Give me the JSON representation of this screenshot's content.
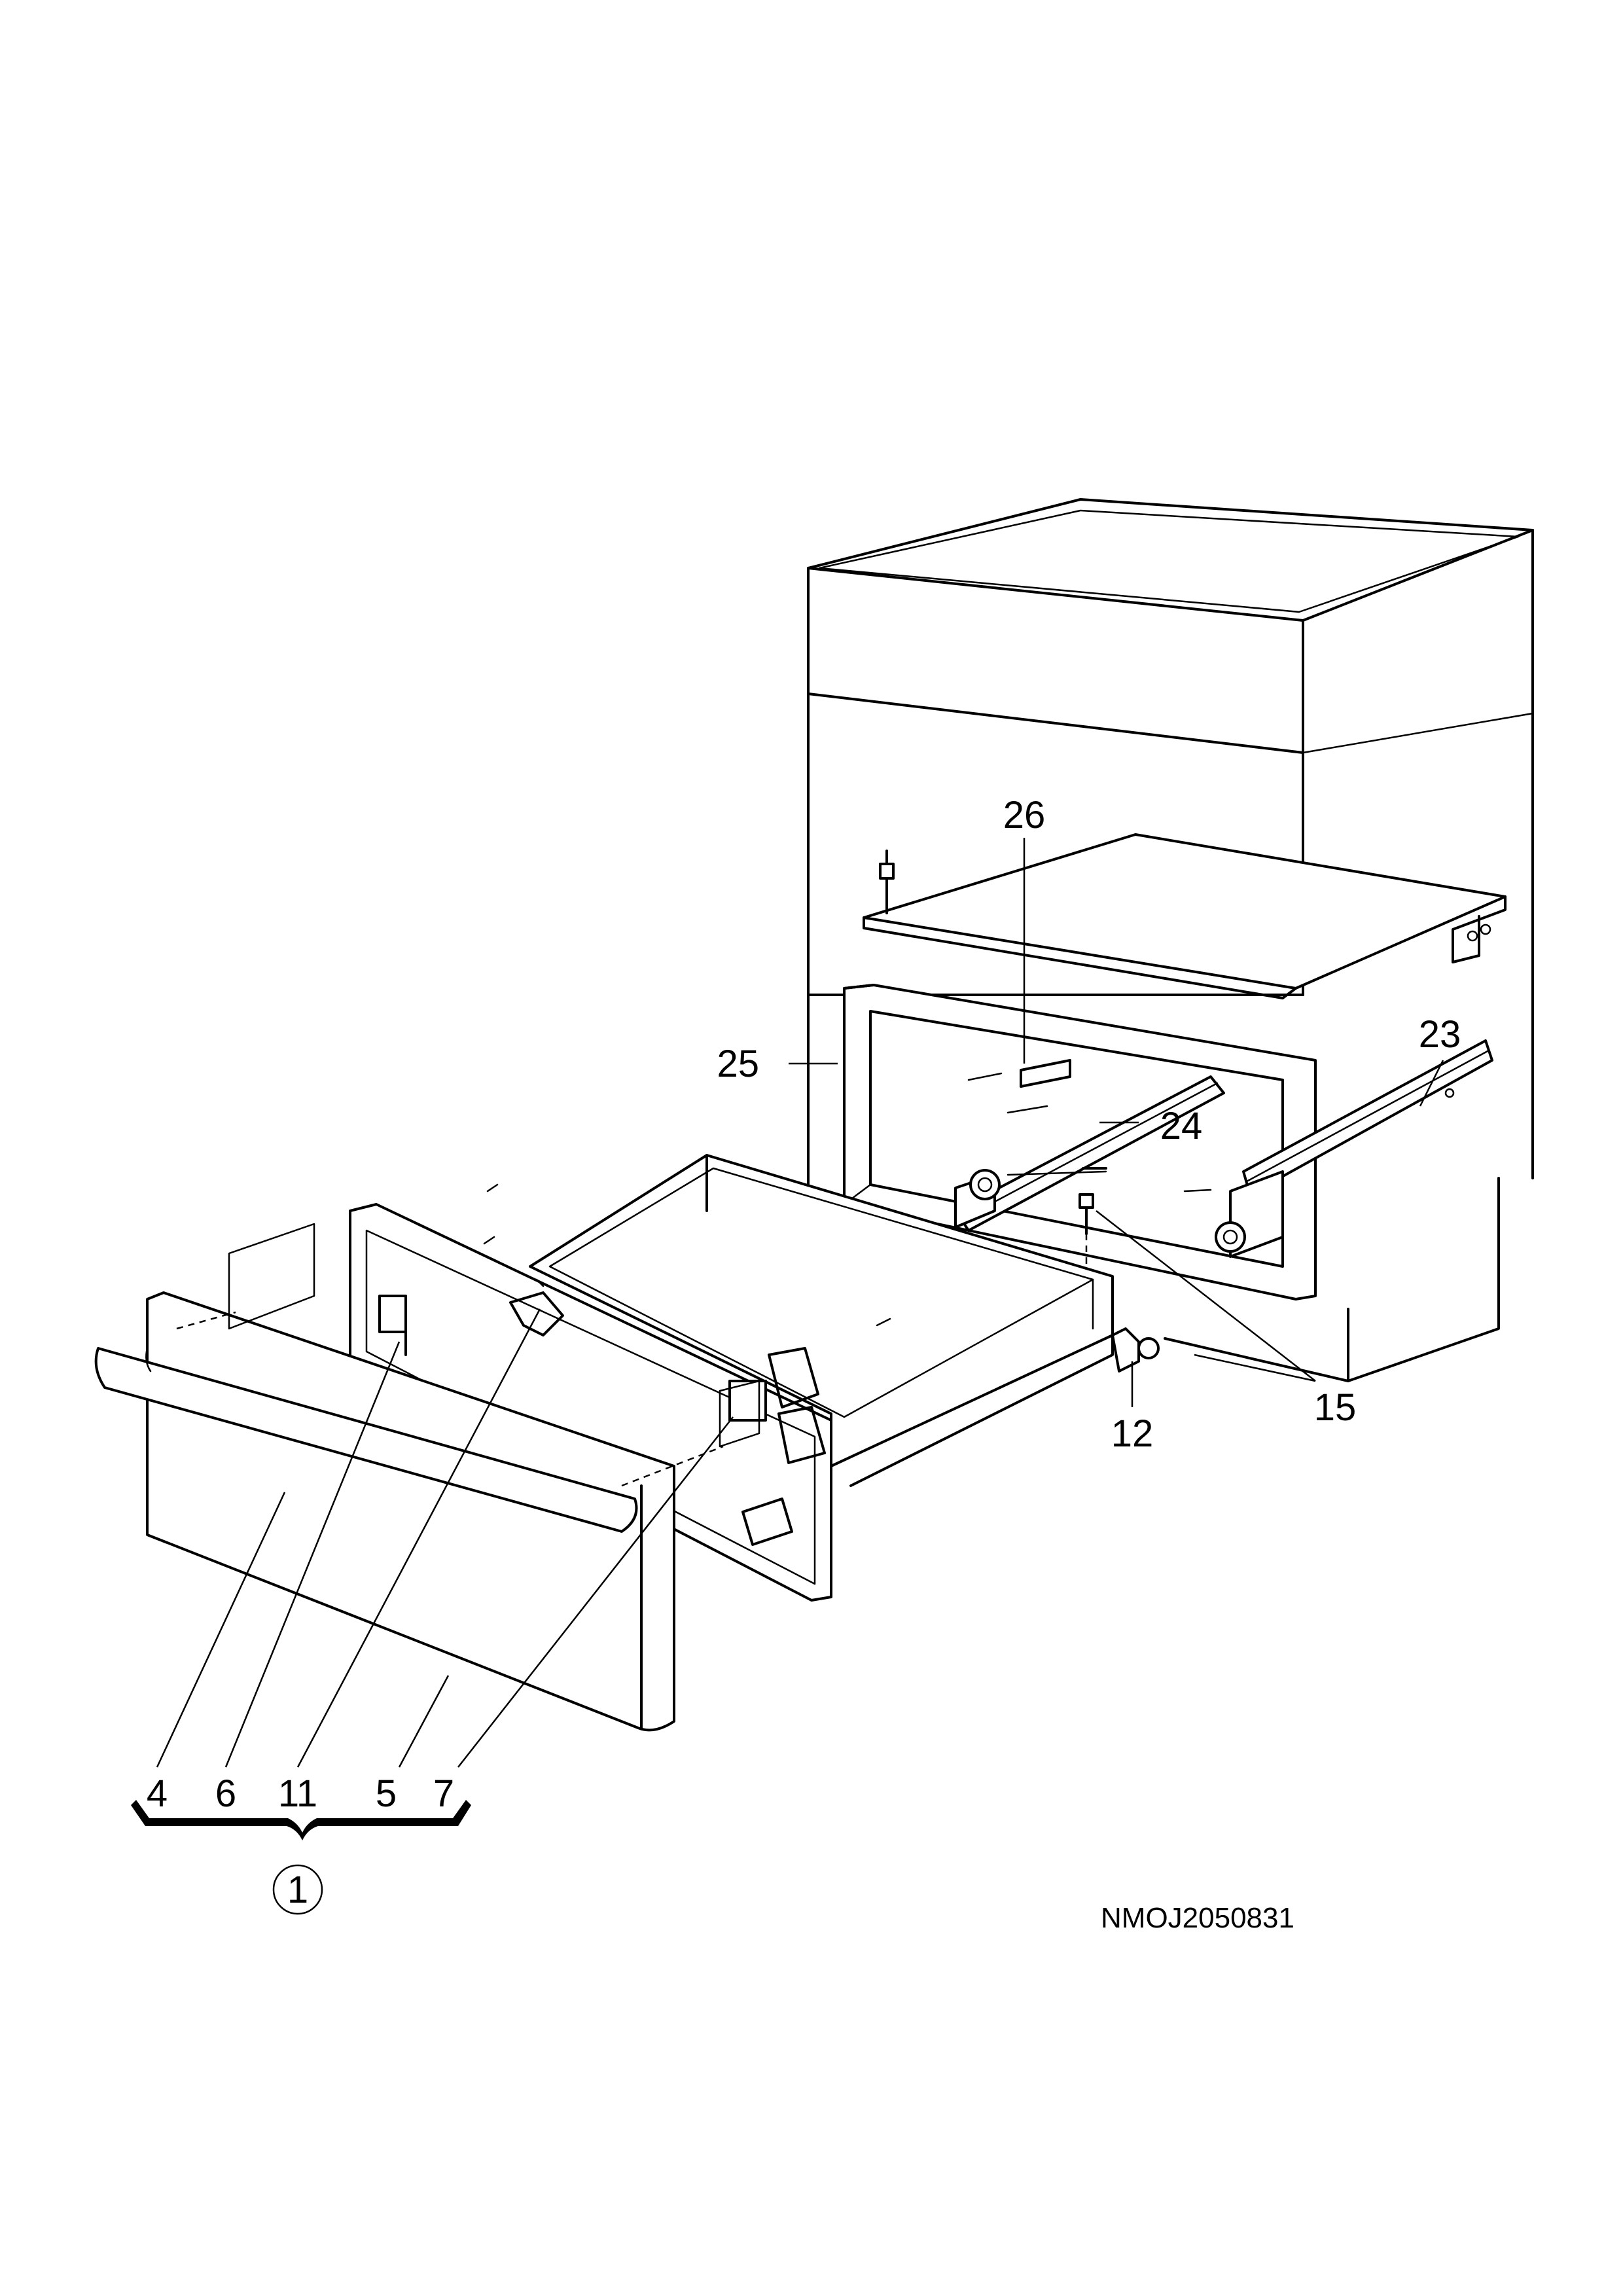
{
  "labels": {
    "l1": "1",
    "l4": "4",
    "l5": "5",
    "l6": "6",
    "l7": "7",
    "l11": "11",
    "l12": "12",
    "l15": "15",
    "l23": "23",
    "l24": "24",
    "l25": "25",
    "l26": "26"
  },
  "drawing_code": "NMOJ2050831"
}
